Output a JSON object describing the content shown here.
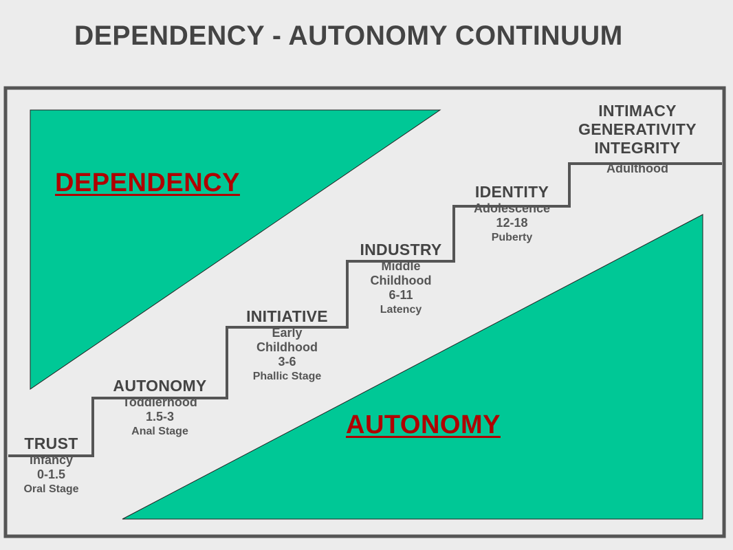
{
  "title": "DEPENDENCY - AUTONOMY CONTINUUM",
  "labels": {
    "dependency": "DEPENDENCY",
    "autonomy": "AUTONOMY"
  },
  "colors": {
    "triangle_fill": "#00c896",
    "label_text": "#b00000",
    "frame": "#555555",
    "background": "#ececec"
  },
  "stages": [
    {
      "name": "TRUST",
      "lines": [
        "Infancy",
        "0-1.5",
        "Oral Stage"
      ]
    },
    {
      "name": "AUTONOMY",
      "lines": [
        "Toddlerhood",
        "1.5-3",
        "Anal Stage"
      ]
    },
    {
      "name": "INITIATIVE",
      "lines": [
        "Early",
        "Childhood",
        "3-6",
        "Phallic Stage"
      ]
    },
    {
      "name": "INDUSTRY",
      "lines": [
        "Middle",
        "Childhood",
        "6-11",
        "Latency"
      ]
    },
    {
      "name": "IDENTITY",
      "lines": [
        "Adolescence",
        "12-18",
        "Puberty"
      ]
    },
    {
      "name": "INTIMACY",
      "lines": []
    }
  ],
  "adult_stages": {
    "names": [
      "INTIMACY",
      "GENERATIVITY",
      "INTEGRITY"
    ],
    "period": "Adulthood"
  }
}
